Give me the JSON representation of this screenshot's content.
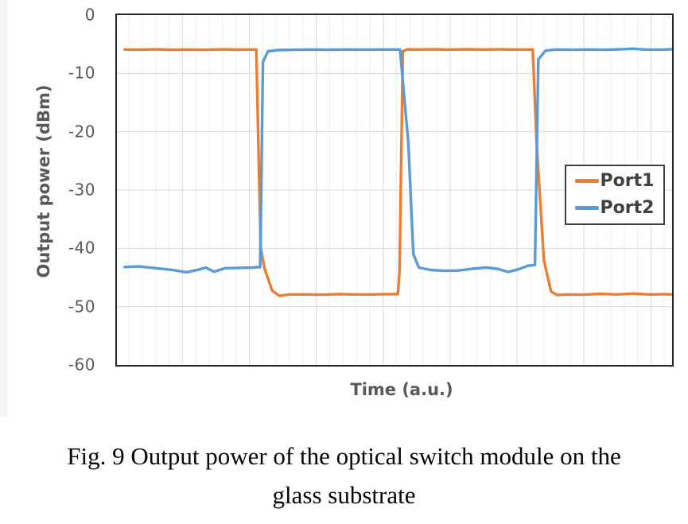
{
  "chart_data": {
    "type": "line",
    "title": "",
    "xlabel": "Time (a.u.)",
    "ylabel": "Output power (dBm)",
    "xlim": [
      0,
      100
    ],
    "ylim": [
      -60,
      0
    ],
    "y_ticks": [
      0,
      -10,
      -20,
      -30,
      -40,
      -50,
      -60
    ],
    "x_tick_labels": [],
    "grid": {
      "horizontal_major": true,
      "vertical_minor": true,
      "vertical_major_every_5th": true
    },
    "legend_position": "inside-right-middle",
    "series": [
      {
        "name": "Port1",
        "color": "#ED7D31",
        "x": [
          1.4,
          4,
          7,
          10,
          13,
          16,
          19,
          22,
          24.4,
          25.1,
          25.9,
          26.6,
          28.0,
          29.3,
          31,
          34,
          37,
          40,
          43,
          46,
          48.5,
          50.6,
          50.9,
          51.5,
          52.3,
          54,
          57,
          60,
          63,
          66,
          69,
          72,
          74.9,
          75.6,
          76.9,
          78.2,
          79.3,
          81,
          84,
          87,
          90,
          93,
          96,
          98.5,
          100
        ],
        "y": [
          -5.9,
          -5.92,
          -5.88,
          -5.95,
          -5.9,
          -5.94,
          -5.88,
          -5.93,
          -5.9,
          -5.9,
          -40,
          -43.5,
          -47.3,
          -48.15,
          -47.9,
          -47.9,
          -47.95,
          -47.85,
          -47.9,
          -47.9,
          -47.85,
          -47.85,
          -44,
          -6.2,
          -5.88,
          -5.9,
          -5.87,
          -5.92,
          -5.86,
          -5.91,
          -5.88,
          -5.9,
          -5.9,
          -22,
          -42,
          -47.4,
          -48.0,
          -47.9,
          -47.95,
          -47.8,
          -47.9,
          -47.75,
          -47.9,
          -47.85,
          -47.9
        ]
      },
      {
        "name": "Port2",
        "color": "#5B9BD5",
        "x": [
          1.4,
          4,
          7,
          10,
          12.5,
          14.5,
          16,
          17.5,
          19.5,
          22,
          24.5,
          25.8,
          26.3,
          27.2,
          29,
          32,
          35,
          38,
          41,
          44,
          47,
          51.0,
          52.5,
          53.4,
          54.4,
          56.5,
          59,
          61.5,
          64,
          66.5,
          68.5,
          70.5,
          72.3,
          74,
          75.3,
          75.9,
          77.2,
          79,
          82,
          85,
          88,
          91,
          93,
          95,
          98,
          100
        ],
        "y": [
          -43.2,
          -43.1,
          -43.4,
          -43.7,
          -44.1,
          -43.7,
          -43.3,
          -44.0,
          -43.4,
          -43.35,
          -43.3,
          -43.2,
          -8.0,
          -6.2,
          -6.0,
          -5.95,
          -5.9,
          -5.95,
          -5.9,
          -5.92,
          -5.9,
          -5.9,
          -22,
          -41,
          -43.3,
          -43.7,
          -43.85,
          -43.8,
          -43.5,
          -43.3,
          -43.5,
          -44.05,
          -43.6,
          -43.0,
          -42.85,
          -7.6,
          -6.1,
          -5.9,
          -5.95,
          -5.9,
          -5.95,
          -5.85,
          -5.75,
          -5.9,
          -5.92,
          -5.85
        ]
      }
    ]
  },
  "caption": {
    "line1": "Fig. 9 Output power of the optical switch module on the",
    "line2": "glass substrate"
  },
  "colors": {
    "series_port1": "#ED7D31",
    "series_port2": "#5B9BD5",
    "axis_text": "#595959",
    "legend_text": "#404040",
    "legend_border": "#3F3F3F",
    "plot_border": "#262626",
    "grid_major": "#D9D9D9",
    "grid_minor": "#EFEFEF",
    "background": "#FFFFFF"
  }
}
